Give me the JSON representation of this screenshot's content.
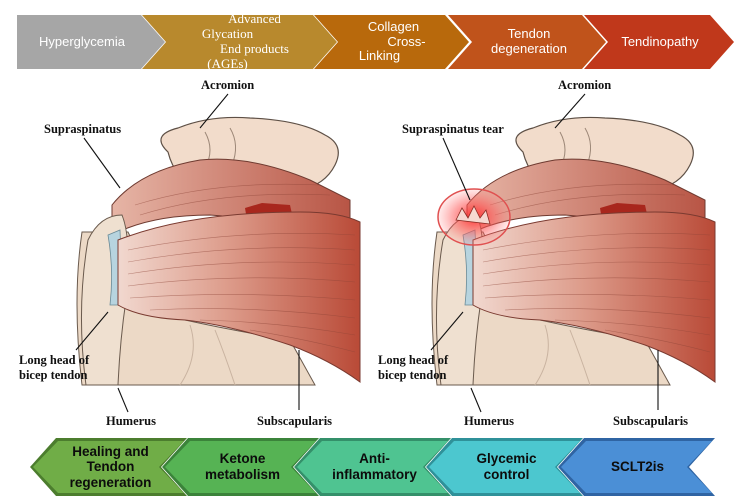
{
  "top_flow": [
    {
      "label": "Hyperglycemia",
      "color": "#a6a6a6"
    },
    {
      "label_line1": "Advanced Glycation",
      "label_line2": "End products (AGEs)",
      "color": "#b8892d"
    },
    {
      "label_line1": "Collagen",
      "label_line2": "Cross-Linking",
      "color": "#b8690c"
    },
    {
      "label_line1": "Tendon",
      "label_line2": "degeneration",
      "color": "#c0531b"
    },
    {
      "label": "Tendinopathy",
      "color": "#c0381b"
    }
  ],
  "left_figure": {
    "acromion": "Acromion",
    "supraspinatus": "Supraspinatus",
    "long_head_line1": "Long head of",
    "long_head_line2": "bicep tendon",
    "humerus": "Humerus",
    "subscapularis": "Subscapularis"
  },
  "right_figure": {
    "acromion": "Acromion",
    "supraspinatus_tear": "Supraspinatus tear",
    "long_head_line1": "Long head of",
    "long_head_line2": "bicep tendon",
    "humerus": "Humerus",
    "subscapularis": "Subscapularis"
  },
  "bottom_flow": [
    {
      "label_line1": "Healing and",
      "label_line2": "Tendon",
      "label_line3": "regeneration",
      "color": "#70ad47",
      "border": "#4c7d2e"
    },
    {
      "label_line1": "Ketone",
      "label_line2": "metabolism",
      "color": "#56b354",
      "border": "#3b833a"
    },
    {
      "label_line1": "Anti-",
      "label_line2": "inflammatory",
      "color": "#4fc491",
      "border": "#34906a"
    },
    {
      "label_line1": "Glycemic",
      "label_line2": "control",
      "color": "#4cc7cf",
      "border": "#2f9199"
    },
    {
      "label": "SCLT2is",
      "color": "#4b8fd6",
      "border": "#2f64a3"
    }
  ]
}
